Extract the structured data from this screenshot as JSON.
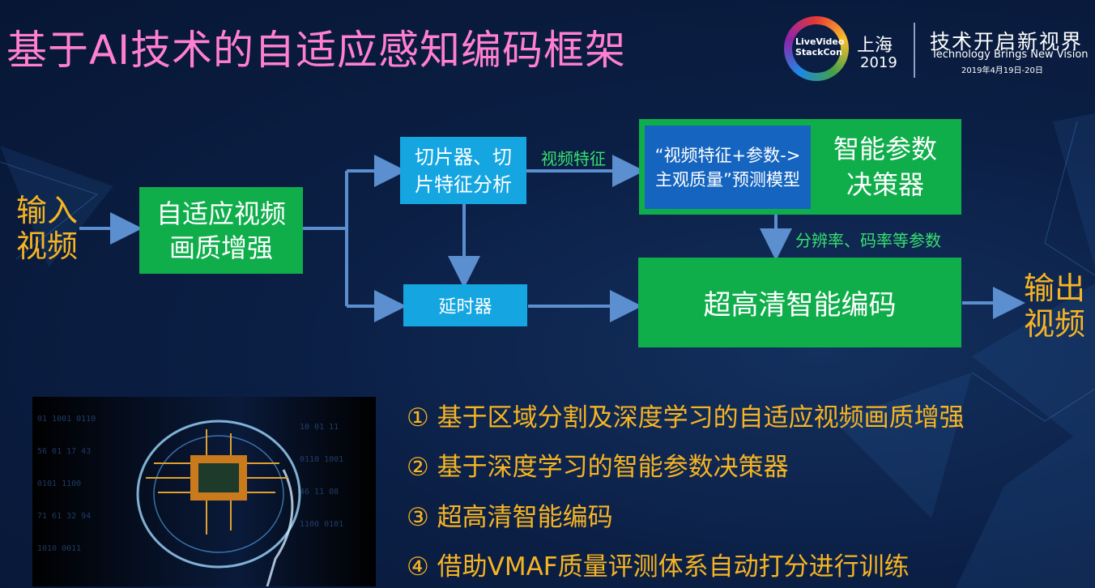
{
  "title": "基于AI技术的自适应感知编码框架",
  "header": {
    "logo_text": "LiveVideo StackCon",
    "city": "上海",
    "year": "2019",
    "slogan": "技术开启新视界",
    "slogan_en": "Technology Brings New Vision",
    "dates": "2019年4月19日-20日"
  },
  "diagram": {
    "input_label": "输入视频",
    "output_label": "输出视频",
    "enhance_box": "自适应视频画质增强",
    "slicer_box": "切片器、切片特征分析",
    "delay_box": "延时器",
    "model_box": "“视频特征+参数->主观质量”预测模型",
    "decision_box": "智能参数决策器",
    "encoder_box": "超高清智能编码",
    "edge_feature": "视频特征",
    "edge_params": "分辨率、码率等参数"
  },
  "list": [
    "① 基于区域分割及深度学习的自适应视频画质增强",
    "② 基于深度学习的智能参数决策器",
    "③ 超高清智能编码",
    "④ 借助VMAF质量评测体系自动打分进行训练"
  ],
  "colors": {
    "background": "#0b1f45",
    "title": "#ff7fd1",
    "green_box": "#0fae4b",
    "blue_box": "#15a6e2",
    "model_box": "#1565c0",
    "highlight_text": "#f7b422",
    "edge_label": "#37e06f",
    "arrow": "#5b8fd0"
  },
  "photo_icon": "ai-head-chip-image"
}
